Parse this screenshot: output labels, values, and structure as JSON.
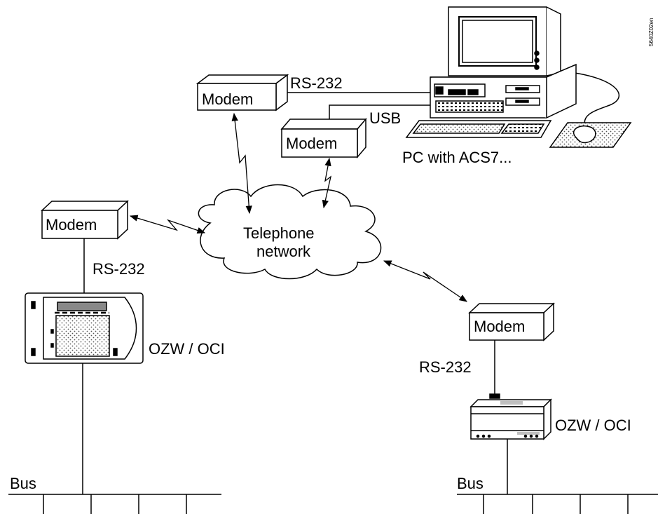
{
  "figure_id": "5640Z02en",
  "pc": {
    "caption": "PC with ACS7..."
  },
  "connections": {
    "rs232": "RS-232",
    "usb": "USB"
  },
  "modems": {
    "pc_rs232": "Modem",
    "pc_usb": "Modem",
    "left": "Modem",
    "right": "Modem"
  },
  "network": {
    "line1": "Telephone",
    "line2": "network"
  },
  "left_site": {
    "link_label": "RS-232",
    "device_label": "OZW / OCI",
    "bus_label": "Bus"
  },
  "right_site": {
    "link_label": "RS-232",
    "device_label": "OZW / OCI",
    "bus_label": "Bus"
  },
  "colors": {
    "line": "#000000",
    "background": "#ffffff",
    "panel_dark": "#888888",
    "panel_light": "#c0c0c0"
  }
}
